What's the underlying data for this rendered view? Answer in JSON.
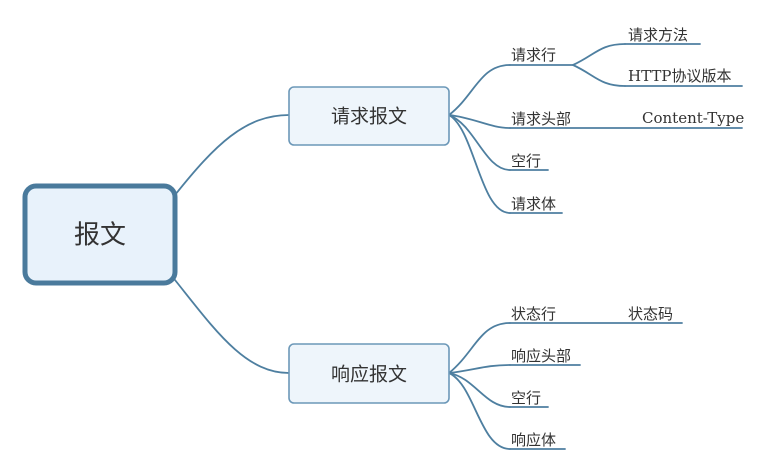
{
  "colors": {
    "line": "#4e7fa0",
    "root_border": "#4a7a9c",
    "root_fill": "#e8f2fb",
    "node_border": "#6c98b8",
    "node_fill": "#eef5fb",
    "text": "#333333"
  },
  "root": {
    "label": "报文"
  },
  "request": {
    "label": "请求报文",
    "children": {
      "line": {
        "label": "请求行",
        "items": [
          "请求方法",
          "HTTP协议版本"
        ]
      },
      "headers": {
        "label": "请求头部",
        "items": [
          "Content-Type"
        ]
      },
      "blank": {
        "label": "空行"
      },
      "body": {
        "label": "请求体"
      }
    }
  },
  "response": {
    "label": "响应报文",
    "children": {
      "status": {
        "label": "状态行",
        "items": [
          "状态码"
        ]
      },
      "headers": {
        "label": "响应头部"
      },
      "blank": {
        "label": "空行"
      },
      "body": {
        "label": "响应体"
      }
    }
  }
}
